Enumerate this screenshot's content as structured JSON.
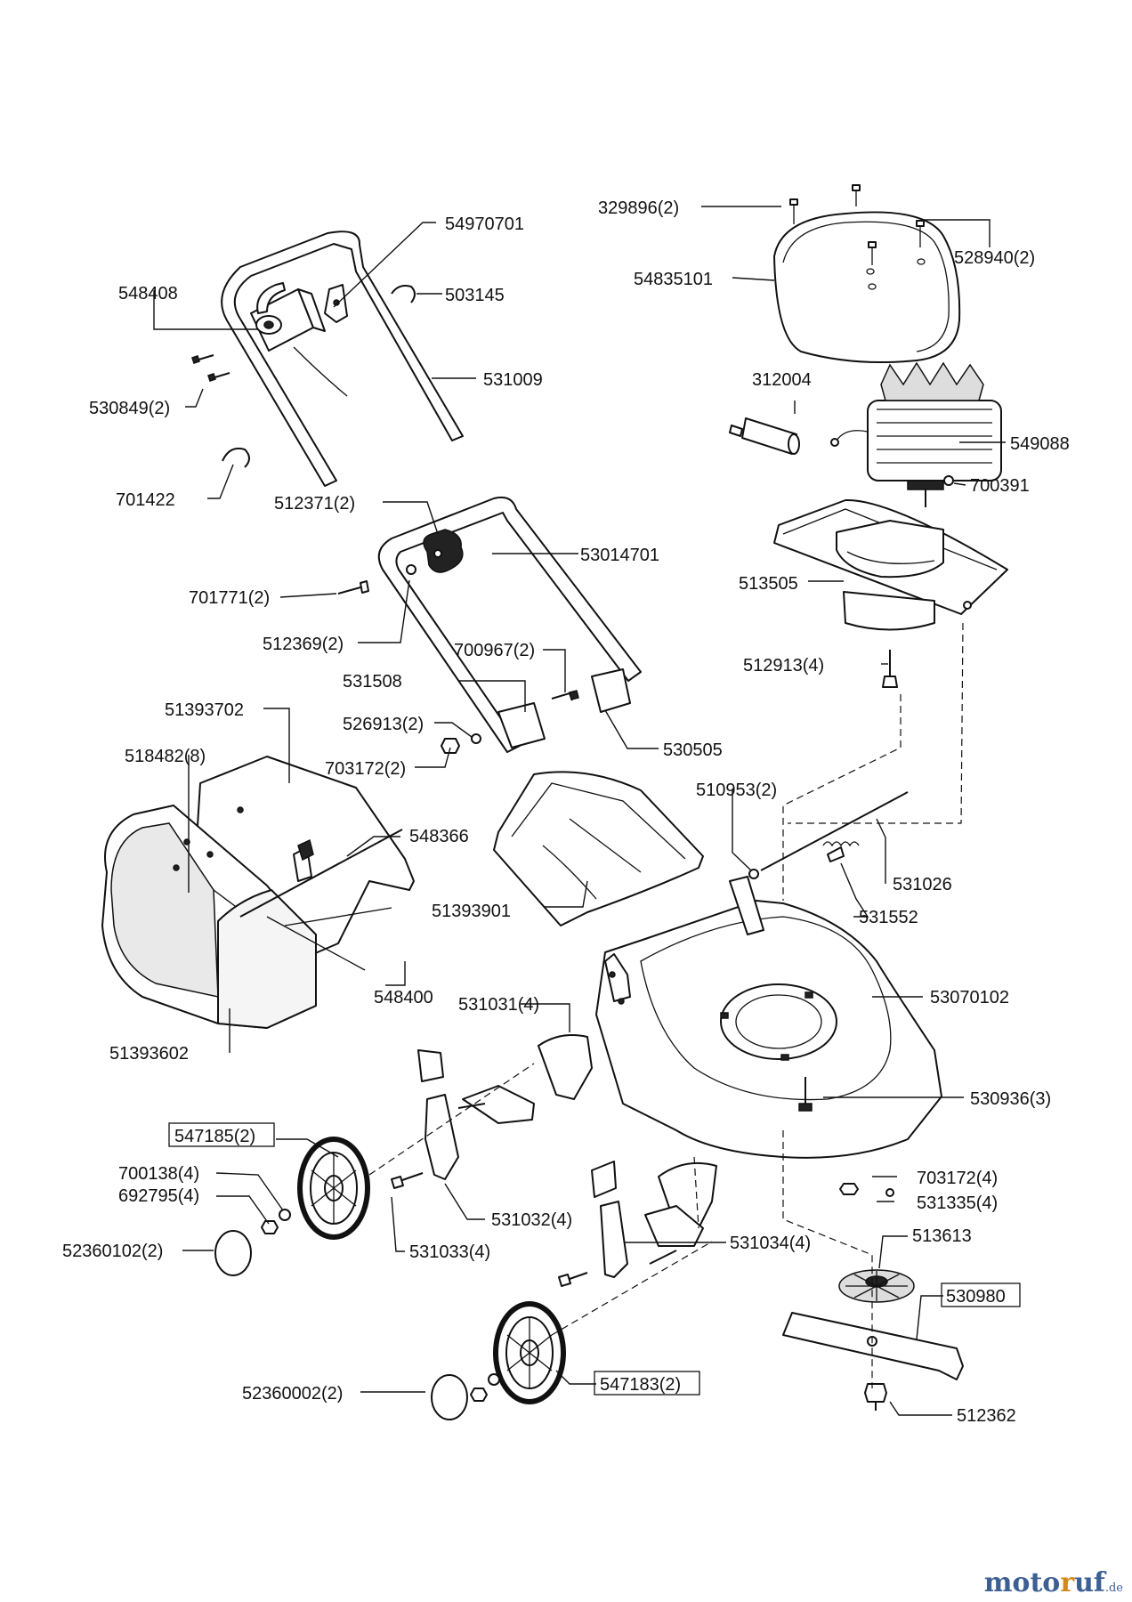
{
  "parts": {
    "p329896": "329896(2)",
    "p528940": "528940(2)",
    "p54835101": "54835101",
    "p54970701": "54970701",
    "p548408": "548408",
    "p503145": "503145",
    "p531009": "531009",
    "p530849": "530849(2)",
    "p701422": "701422",
    "p312004": "312004",
    "p549088": "549088",
    "p700391": "700391",
    "p512371": "512371(2)",
    "p53014701": "53014701",
    "p701771": "701771(2)",
    "p513505": "513505",
    "p512369": "512369(2)",
    "p700967": "700967(2)",
    "p531508": "531508",
    "p512913": "512913(4)",
    "p51393702": "51393702",
    "p526913": "526913(2)",
    "p518482": "518482(8)",
    "p530505": "530505",
    "p703172a": "703172(2)",
    "p510953": "510953(2)",
    "p548366": "548366",
    "p531026": "531026",
    "p51393901": "51393901",
    "p531552": "531552",
    "p548400": "548400",
    "p53070102": "53070102",
    "p531031": "531031(4)",
    "p51393602": "51393602",
    "p530936": "530936(3)",
    "p547185": "547185(2)",
    "p700138": "700138(4)",
    "p703172b": "703172(4)",
    "p692795": "692795(4)",
    "p531335": "531335(4)",
    "p531032": "531032(4)",
    "p52360102": "52360102(2)",
    "p531033": "531033(4)",
    "p531034": "531034(4)",
    "p513613": "513613",
    "p530980": "530980",
    "p547183": "547183(2)",
    "p52360002": "52360002(2)",
    "p512362": "512362"
  },
  "watermark": {
    "main": "moto",
    "accent": "r",
    "rest": "uf",
    "tld": ".de"
  }
}
